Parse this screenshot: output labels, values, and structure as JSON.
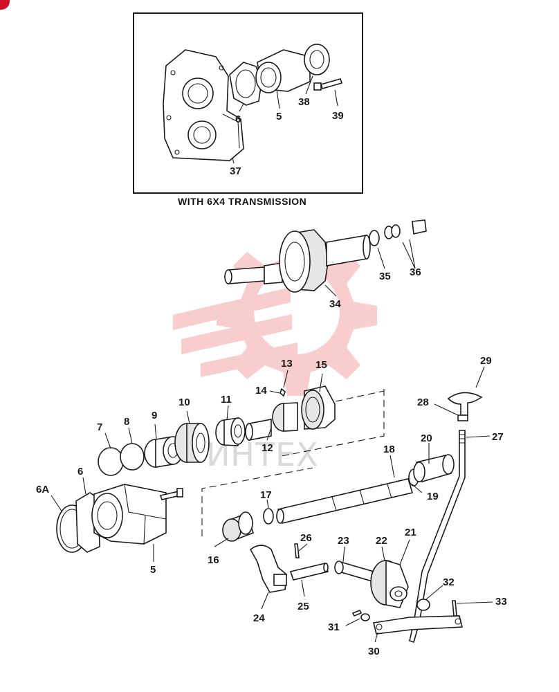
{
  "inset": {
    "caption": "WITH 6X4 TRANSMISSION"
  },
  "watermark": {
    "text": "ИНТЕХ",
    "color": "#f4b9b9"
  },
  "callouts": [
    {
      "id": "37",
      "label": "37"
    },
    {
      "id": "6-inset",
      "label": "6"
    },
    {
      "id": "5-inset",
      "label": "5"
    },
    {
      "id": "38",
      "label": "38"
    },
    {
      "id": "39",
      "label": "39"
    },
    {
      "id": "34",
      "label": "34"
    },
    {
      "id": "35",
      "label": "35"
    },
    {
      "id": "36",
      "label": "36"
    },
    {
      "id": "13",
      "label": "13"
    },
    {
      "id": "14",
      "label": "14"
    },
    {
      "id": "15",
      "label": "15"
    },
    {
      "id": "29",
      "label": "29"
    },
    {
      "id": "28",
      "label": "28"
    },
    {
      "id": "27",
      "label": "27"
    },
    {
      "id": "10",
      "label": "10"
    },
    {
      "id": "11",
      "label": "11"
    },
    {
      "id": "9",
      "label": "9"
    },
    {
      "id": "8",
      "label": "8"
    },
    {
      "id": "7",
      "label": "7"
    },
    {
      "id": "12",
      "label": "12"
    },
    {
      "id": "20",
      "label": "20"
    },
    {
      "id": "18",
      "label": "18"
    },
    {
      "id": "19",
      "label": "19"
    },
    {
      "id": "6",
      "label": "6"
    },
    {
      "id": "6A",
      "label": "6A"
    },
    {
      "id": "17",
      "label": "17"
    },
    {
      "id": "5",
      "label": "5"
    },
    {
      "id": "16",
      "label": "16"
    },
    {
      "id": "26",
      "label": "26"
    },
    {
      "id": "23",
      "label": "23"
    },
    {
      "id": "22",
      "label": "22"
    },
    {
      "id": "21",
      "label": "21"
    },
    {
      "id": "32",
      "label": "32"
    },
    {
      "id": "33",
      "label": "33"
    },
    {
      "id": "24",
      "label": "24"
    },
    {
      "id": "25",
      "label": "25"
    },
    {
      "id": "31",
      "label": "31"
    },
    {
      "id": "30",
      "label": "30"
    }
  ]
}
